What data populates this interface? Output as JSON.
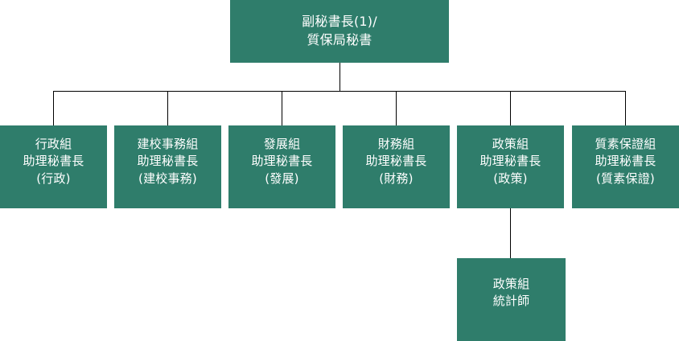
{
  "chart_data": {
    "type": "diagram",
    "diagram_type": "organization-chart",
    "title": "",
    "box_color": "#2F7D6B",
    "text_color": "#FFFFFF",
    "line_color": "#000000",
    "background": "#FFFFFF",
    "levels": 3,
    "nodes": [
      {
        "id": "root",
        "level": 0,
        "label": "副秘書長(1)/\n質保局秘書",
        "lines": [
          "副秘書長(1)/",
          "質保局秘書"
        ],
        "children": [
          "div0",
          "div1",
          "div2",
          "div3",
          "div4",
          "div5"
        ]
      },
      {
        "id": "div0",
        "level": 1,
        "label": "行政組\n助理秘書長\n(行政)",
        "lines": [
          "行政組",
          "助理秘書長",
          "(行政)"
        ],
        "children": []
      },
      {
        "id": "div1",
        "level": 1,
        "label": "建校事務組\n助理秘書長\n(建校事務)",
        "lines": [
          "建校事務組",
          "助理秘書長",
          "(建校事務)"
        ],
        "children": []
      },
      {
        "id": "div2",
        "level": 1,
        "label": "發展組\n助理秘書長\n(發展)",
        "lines": [
          "發展組",
          "助理秘書長",
          "(發展)"
        ],
        "children": []
      },
      {
        "id": "div3",
        "level": 1,
        "label": "財務組\n助理秘書長\n(財務)",
        "lines": [
          "財務組",
          "助理秘書長",
          "(財務)"
        ],
        "children": []
      },
      {
        "id": "div4",
        "level": 1,
        "label": "政策組\n助理秘書長\n(政策)",
        "lines": [
          "政策組",
          "助理秘書長",
          "(政策)"
        ],
        "children": [
          "leaf0"
        ]
      },
      {
        "id": "div5",
        "level": 1,
        "label": "質素保證組\n助理秘書長\n(質素保證)",
        "lines": [
          "質素保證組",
          "助理秘書長",
          "(質素保證)"
        ],
        "children": []
      },
      {
        "id": "leaf0",
        "level": 2,
        "label": "政策組\n統計師",
        "lines": [
          "政策組",
          "統計師"
        ],
        "children": []
      }
    ]
  },
  "org_chart": {
    "root": {
      "label": "副秘書長(1)/\n質保局秘書"
    },
    "divisions": [
      {
        "label": "行政組\n助理秘書長\n(行政)"
      },
      {
        "label": "建校事務組\n助理秘書長\n(建校事務)"
      },
      {
        "label": "發展組\n助理秘書長\n(發展)"
      },
      {
        "label": "財務組\n助理秘書長\n(財務)"
      },
      {
        "label": "政策組\n助理秘書長\n(政策)"
      },
      {
        "label": "質素保證組\n助理秘書長\n(質素保證)"
      }
    ],
    "sub_units": [
      {
        "label": "政策組\n統計師"
      }
    ]
  }
}
